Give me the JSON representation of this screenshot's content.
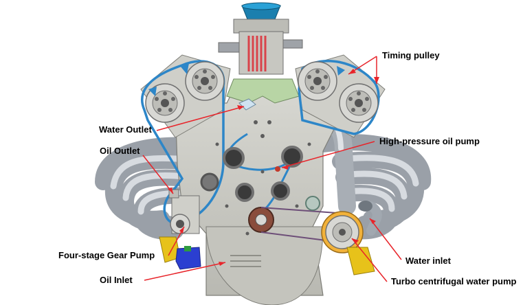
{
  "diagram": {
    "labels": {
      "timing_pulley": "Timing pulley",
      "water_outlet": "Water Outlet",
      "oil_outlet": "Oil Outlet",
      "high_pressure_oil_pump": "High-pressure oil pump",
      "four_stage_gear_pump": "Four-stage Gear Pump",
      "water_inlet": "Water inlet",
      "oil_inlet": "Oil Inlet",
      "turbo_centrifugal_water_pump": "Turbo centrifugal water pump"
    },
    "colors": {
      "callout_line": "#e8242a",
      "timing_belt": "#2d86c8",
      "engine_block": "#c9c9c3",
      "exhaust_pipe": "#b6bcc4",
      "intake_funnel": "#1b7fae",
      "gear_pump_blue": "#2b3fd1",
      "yellow_bracket": "#e7c21a",
      "orange_pulley": "#f2b23a",
      "cooler_red": "#d9434a"
    }
  }
}
